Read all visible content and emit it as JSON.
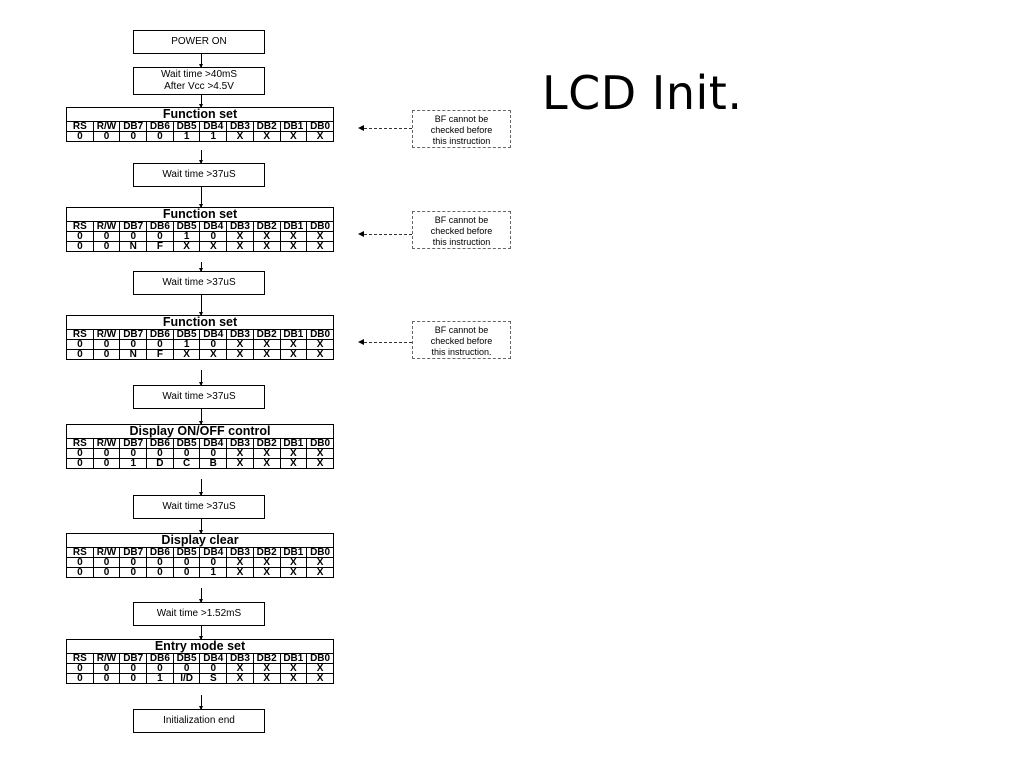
{
  "slide": {
    "title": "LCD Init."
  },
  "flow": {
    "power_on": "POWER ON",
    "wait1": [
      "Wait time >40mS",
      "After Vcc >4.5V"
    ],
    "wait2": "Wait time >37uS",
    "wait3": "Wait time >37uS",
    "wait4": "Wait time >37uS",
    "wait5": "Wait time >37uS",
    "wait6": "Wait time >1.52mS",
    "end": "Initialization end"
  },
  "columns": [
    "RS",
    "R/W",
    "DB7",
    "DB6",
    "DB5",
    "DB4",
    "DB3",
    "DB2",
    "DB1",
    "DB0"
  ],
  "commands": [
    {
      "title": "Function set",
      "rows": [
        [
          "0",
          "0",
          "0",
          "0",
          "1",
          "1",
          "X",
          "X",
          "X",
          "X"
        ]
      ]
    },
    {
      "title": "Function set",
      "rows": [
        [
          "0",
          "0",
          "0",
          "0",
          "1",
          "0",
          "X",
          "X",
          "X",
          "X"
        ],
        [
          "0",
          "0",
          "N",
          "F",
          "X",
          "X",
          "X",
          "X",
          "X",
          "X"
        ]
      ]
    },
    {
      "title": "Function set",
      "rows": [
        [
          "0",
          "0",
          "0",
          "0",
          "1",
          "0",
          "X",
          "X",
          "X",
          "X"
        ],
        [
          "0",
          "0",
          "N",
          "F",
          "X",
          "X",
          "X",
          "X",
          "X",
          "X"
        ]
      ]
    },
    {
      "title": "Display ON/OFF control",
      "rows": [
        [
          "0",
          "0",
          "0",
          "0",
          "0",
          "0",
          "X",
          "X",
          "X",
          "X"
        ],
        [
          "0",
          "0",
          "1",
          "D",
          "C",
          "B",
          "X",
          "X",
          "X",
          "X"
        ]
      ]
    },
    {
      "title": "Display clear",
      "rows": [
        [
          "0",
          "0",
          "0",
          "0",
          "0",
          "0",
          "X",
          "X",
          "X",
          "X"
        ],
        [
          "0",
          "0",
          "0",
          "0",
          "0",
          "1",
          "X",
          "X",
          "X",
          "X"
        ]
      ]
    },
    {
      "title": "Entry mode set",
      "rows": [
        [
          "0",
          "0",
          "0",
          "0",
          "0",
          "0",
          "X",
          "X",
          "X",
          "X"
        ],
        [
          "0",
          "0",
          "0",
          "1",
          "I/D",
          "S",
          "X",
          "X",
          "X",
          "X"
        ]
      ]
    }
  ],
  "notes": [
    [
      "BF cannot be",
      "checked before",
      "this instruction"
    ],
    [
      "BF cannot be",
      "checked before",
      "this instruction"
    ],
    [
      "BF cannot be",
      "checked before",
      "this instruction."
    ]
  ]
}
